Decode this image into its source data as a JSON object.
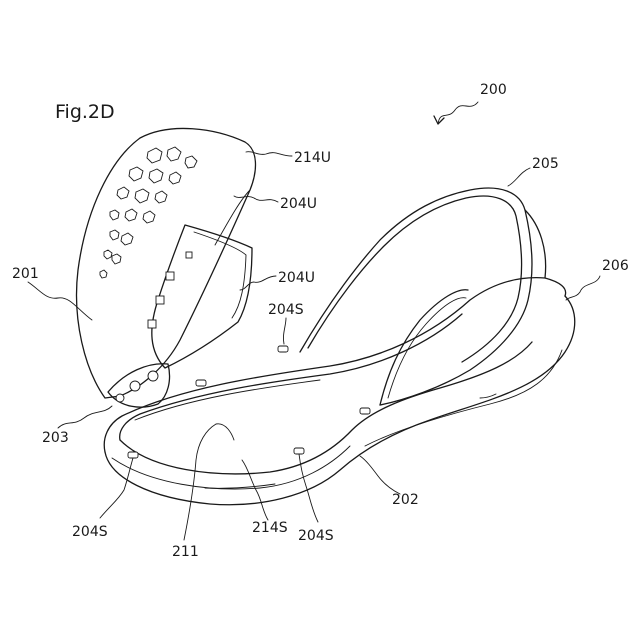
{
  "figure": {
    "title": "Fig.2D",
    "labels": {
      "l200": "200",
      "l205": "205",
      "l206": "206",
      "l214U": "214U",
      "l204U_a": "204U",
      "l204U_b": "204U",
      "l204S_top": "204S",
      "l201": "201",
      "l203": "203",
      "l202": "202",
      "l204S_left": "204S",
      "l214S": "214S",
      "l204S_right": "204S",
      "l211": "211"
    }
  }
}
